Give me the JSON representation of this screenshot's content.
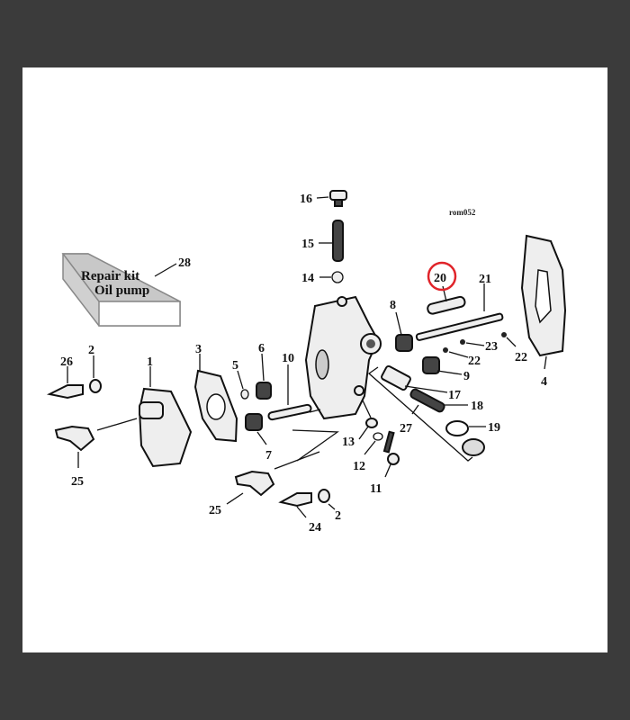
{
  "diagram": {
    "title": "Oil pump exploded view",
    "ref_code": "rom052",
    "highlighted_part": "20",
    "highlight_color": "#e0242a",
    "kit_box": {
      "line1": "Repair kit",
      "line2": "Oil pump",
      "number": "28"
    },
    "labels": {
      "p1": "1",
      "p2a": "2",
      "p2b": "2",
      "p3": "3",
      "p4": "4",
      "p5": "5",
      "p6": "6",
      "p7": "7",
      "p8": "8",
      "p9": "9",
      "p10": "10",
      "p11": "11",
      "p12": "12",
      "p13": "13",
      "p14": "14",
      "p15": "15",
      "p16": "16",
      "p17": "17",
      "p18": "18",
      "p19": "19",
      "p20": "20",
      "p21": "21",
      "p22a": "22",
      "p22b": "22",
      "p23": "23",
      "p24": "24",
      "p25a": "25",
      "p25b": "25",
      "p26": "26",
      "p27": "27"
    }
  }
}
